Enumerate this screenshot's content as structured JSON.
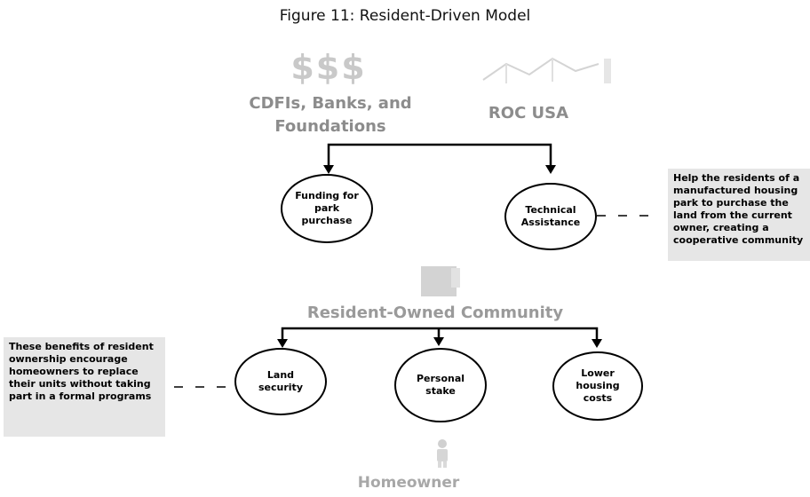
{
  "title": "Figure 11: Resident-Driven Model",
  "top": {
    "funders_symbol": "$$$",
    "funders_label": "CDFIs, Banks, and Foundations",
    "roc_label": "ROC USA",
    "roc_icon": "roofline-icon"
  },
  "services": {
    "funding": "Funding for park purchase",
    "technical": "Technical Assistance"
  },
  "technical_note": "Help the residents of a manufactured housing park to purchase the land from the current owner, creating a cooperative community",
  "community": {
    "icon": "community-building-icon",
    "label": "Resident-Owned Community"
  },
  "benefits": {
    "land": "Land security",
    "stake": "Personal stake",
    "costs": "Lower housing costs"
  },
  "benefits_note": "These benefits of resident ownership encourage homeowners to replace their units without taking part in a formal programs",
  "homeowner": {
    "icon": "person-icon",
    "label": "Homeowner"
  },
  "colors": {
    "gray_label": "#8c8c8c",
    "note_bg": "#e6e6e6",
    "icon_gray": "#d3d3d3"
  }
}
